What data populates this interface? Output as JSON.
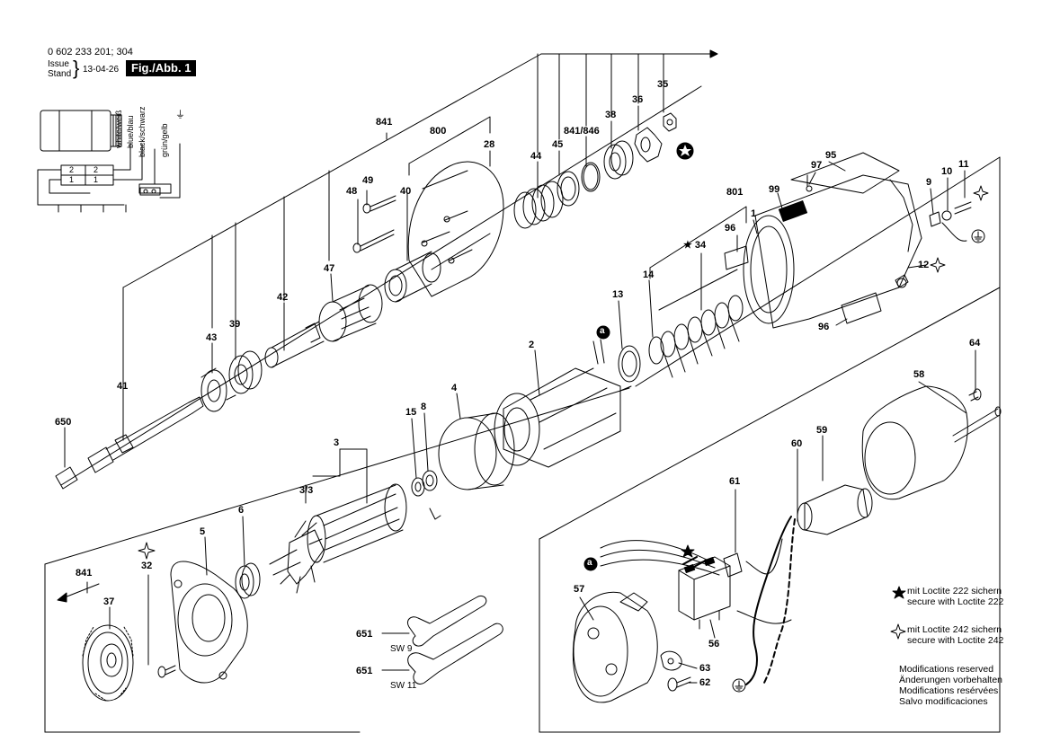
{
  "header": {
    "doc_number": "0 602 233 201; 304",
    "issue_label": "Issue",
    "stand_label": "Stand",
    "issue_date": "13-04-26",
    "figure_label": "Fig./Abb. 1"
  },
  "wiring": {
    "wire_labels": [
      "white/weiß",
      "blue/blau",
      "black/schwarz",
      "grün/gelb"
    ],
    "terminal_labels": [
      "2",
      "2",
      "1",
      "1"
    ]
  },
  "part_numbers": {
    "p841_top": "841",
    "p800": "800",
    "p28": "28",
    "p49": "49",
    "p48": "48",
    "p40": "40",
    "p44": "44",
    "p45": "45",
    "p841_846": "841/846",
    "p38": "38",
    "p36": "36",
    "p35": "35",
    "p47": "47",
    "p42": "42",
    "p39": "39",
    "p43": "43",
    "p41": "41",
    "p650": "650",
    "p801": "801",
    "p99": "99",
    "p97": "97",
    "p95": "95",
    "p9": "9",
    "p10": "10",
    "p11": "11",
    "p96a": "96",
    "p1": "1",
    "p34": "34",
    "p14": "14",
    "p13": "13",
    "p12": "12",
    "p96b": "96",
    "p2": "2",
    "p4": "4",
    "p15": "15",
    "p8": "8",
    "p3": "3",
    "p3_3": "3/3",
    "p6": "6",
    "p5": "5",
    "p32": "32",
    "p841_bottom": "841",
    "p37": "37",
    "p651a": "651",
    "p651b": "651",
    "sw9": "SW 9",
    "sw11": "SW 11",
    "p64": "64",
    "p58": "58",
    "p59": "59",
    "p60": "60",
    "p61": "61",
    "p57": "57",
    "p56": "56",
    "p63": "63",
    "p62": "62"
  },
  "markers": {
    "a": "a"
  },
  "legend": {
    "loctite222_de": "mit Loctite 222 sichern",
    "loctite222_en": "secure with Loctite 222",
    "loctite242_de": "mit Loctite 242 sichern",
    "loctite242_en": "secure with Loctite 242",
    "modifications": [
      "Modifications reserved",
      "Änderungen vorbehalten",
      "Modifications resérvées",
      "Salvo modificaciones"
    ]
  },
  "icons": [
    "star-filled-icon",
    "star-outline-icon",
    "ground-icon",
    "arrow-right-icon",
    "arrow-left-icon"
  ]
}
